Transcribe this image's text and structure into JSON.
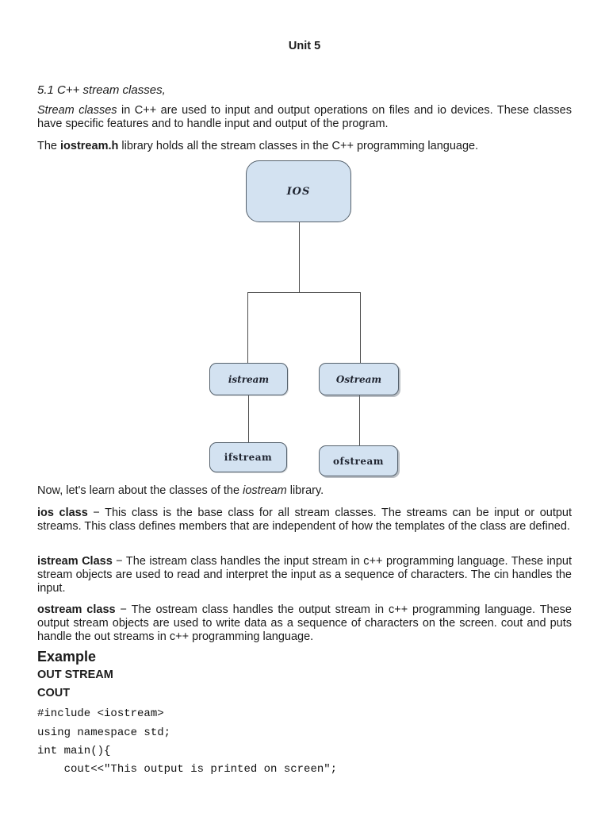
{
  "doc": {
    "title": "Unit 5",
    "section_heading": "5.1 C++ stream classes,",
    "p1": {
      "italic": "Stream classes",
      "post": " in C++ are used to input and output operations on files and io devices. These classes have specific features and to handle input and output of the program."
    },
    "p2": {
      "pre": "The ",
      "bold": "iostream.h",
      "post": " library holds all the stream classes in the C++ programming language."
    },
    "p3": {
      "pre": "Now, let's learn about the classes of the ",
      "italic": "iostream",
      "post": " library."
    },
    "p4": {
      "bold": "ios class",
      "post": " − This class is the base class for all stream classes. The streams can be input or output streams. This class defines members that are independent of how the templates of the class are defined."
    },
    "p5": {
      "bold": "istream Class",
      "post": " − The istream class handles the input stream in c++ programming language. These input stream objects are used to read and interpret the input as a sequence of characters. The cin handles the input."
    },
    "p6": {
      "bold": "ostream class",
      "post": " − The ostream class handles the output stream in c++ programming language. These output stream objects are used to write data as a sequence of characters on the screen. cout and puts handle the out streams in c++ programming language."
    },
    "example_heading": "Example",
    "sub_heading_1": "OUT STREAM",
    "sub_heading_2": "COUT"
  },
  "diagram": {
    "fill_color": "#d3e2f1",
    "border_color": "#55616c",
    "nodes": {
      "ios": "IOS",
      "istream": "istream",
      "ostream": "Ostream",
      "ifstream": "ifstream",
      "ofstream": "ofstream"
    }
  },
  "code": {
    "lines": [
      "#include <iostream>",
      "using namespace std;",
      "int main(){",
      "    cout<<\"This output is printed on screen\";"
    ]
  }
}
